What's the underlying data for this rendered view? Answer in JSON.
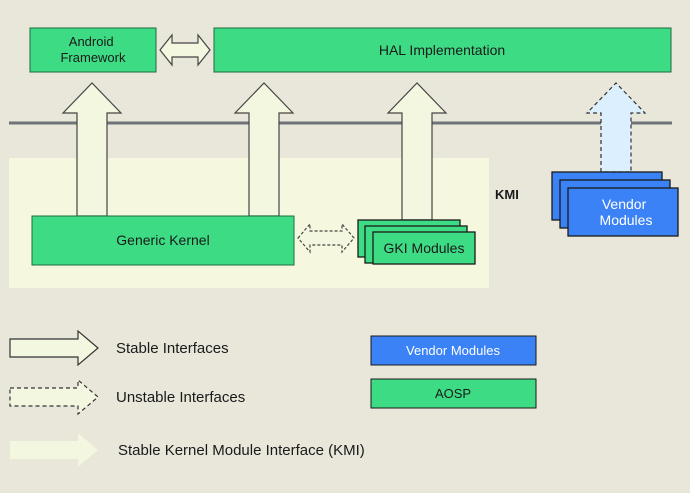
{
  "nodes": {
    "android_framework": "Android\nFramework",
    "hal_implementation": "HAL Implementation",
    "generic_kernel": "Generic Kernel",
    "gki_modules": "GKI Modules",
    "vendor_modules_stack": "Vendor\nModules",
    "kmi_label": "KMI"
  },
  "legend": {
    "stable_interfaces": "Stable Interfaces",
    "unstable_interfaces": "Unstable Interfaces",
    "stable_kmi": "Stable Kernel Module Interface (KMI)",
    "vendor_modules_key": "Vendor Modules",
    "aosp_key": "AOSP"
  },
  "colors": {
    "aosp_green": "#3ddc84",
    "vendor_blue": "#3b82f6",
    "kernel_region": "#f5f8de",
    "stable_arrow": "#f4f7df",
    "kmi_arrow": "#dcefff",
    "background": "#e8e7da"
  }
}
